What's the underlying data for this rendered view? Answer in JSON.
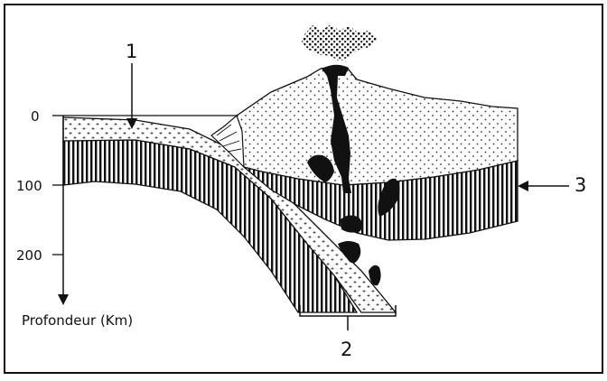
{
  "depth_axis": {
    "title": "Profondeur (Km)",
    "ticks": [
      "0",
      "100",
      "200"
    ]
  },
  "callouts": {
    "label_1": "1",
    "label_2": "2",
    "label_3": "3"
  },
  "colors": {
    "ink": "#111111",
    "background": "#ffffff"
  }
}
